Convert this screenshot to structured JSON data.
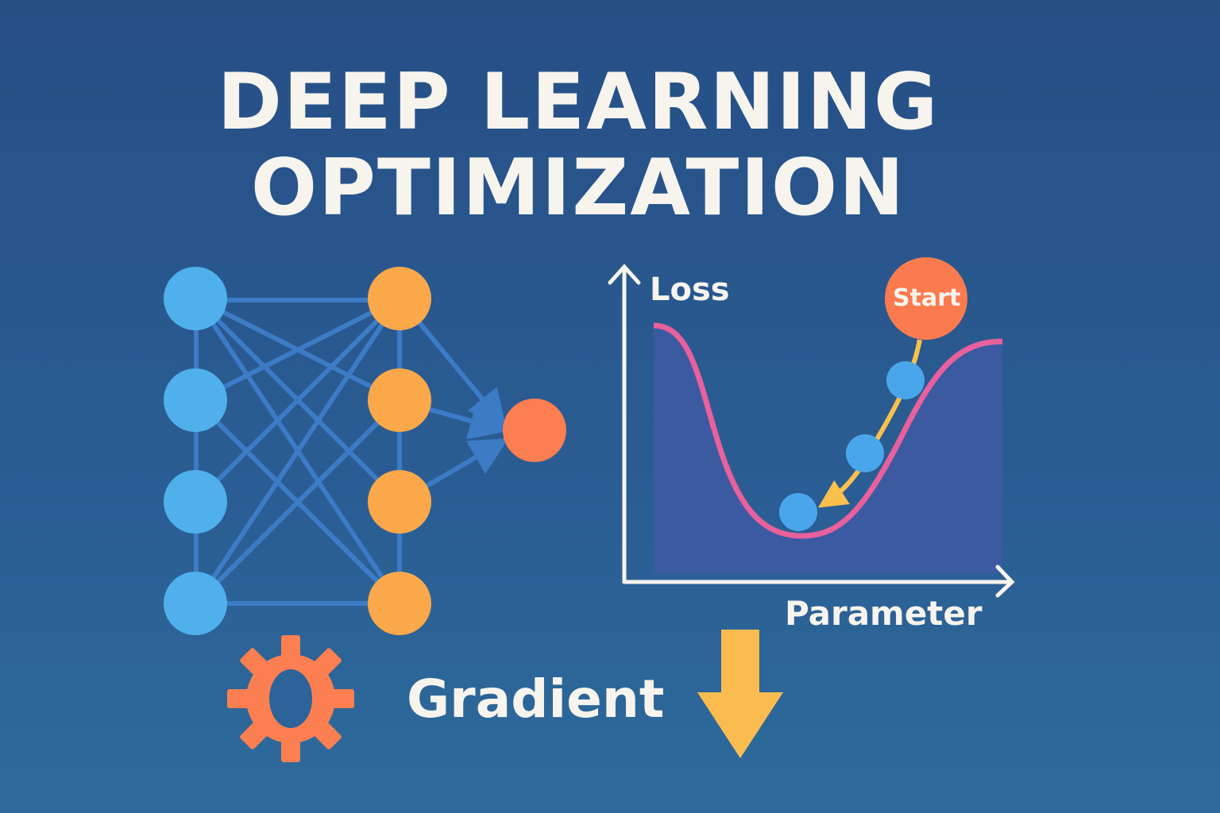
{
  "title": {
    "line1": "DEEP LEARNING",
    "line2": "OPTIMIZATION"
  },
  "network": {
    "input_nodes": 4,
    "hidden_nodes": 4,
    "output_nodes": 1,
    "colors": {
      "input": "#4fb0ec",
      "hidden": "#fba84a",
      "output": "#fb7f50",
      "edges": "#3f7fcc"
    }
  },
  "loss_chart": {
    "y_label": "Loss",
    "x_label": "Parameter",
    "start_label": "Start",
    "colors": {
      "curve": "#e8609c",
      "fill": "#3d5aa3",
      "path": "#f9c04c",
      "start": "#fb7b4f",
      "steps": "#4aa6ea"
    }
  },
  "footer": {
    "gradient_label": "Gradient",
    "gear_color": "#fb7f50",
    "arrow_color": "#fbbc4f"
  }
}
